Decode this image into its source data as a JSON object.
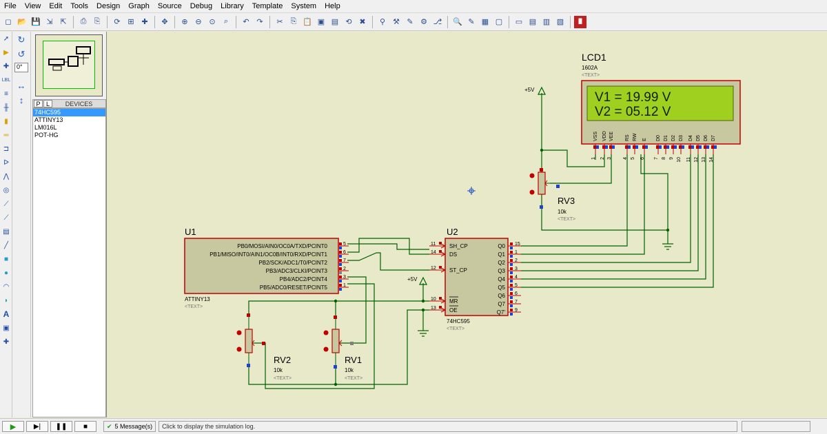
{
  "menu": [
    "File",
    "View",
    "Edit",
    "Tools",
    "Design",
    "Graph",
    "Source",
    "Debug",
    "Library",
    "Template",
    "System",
    "Help"
  ],
  "toolbar_icons": [
    "new-icon",
    "open-icon",
    "save-icon",
    "import-icon",
    "export-icon",
    "print-icon",
    "printer-setup-icon",
    "refresh-icon",
    "grid-icon",
    "origin-icon",
    "pan-icon",
    "zoom-in-icon",
    "zoom-out-icon",
    "zoom-all-icon",
    "zoom-area-icon",
    "undo-icon",
    "redo-icon",
    "cut-icon",
    "copy-icon",
    "paste-icon",
    "block-copy-icon",
    "block-move-icon",
    "block-rotate-icon",
    "block-delete-icon",
    "pick-device-icon",
    "make-device-icon",
    "package-tool-icon",
    "decompose-icon",
    "wire-autorouter-icon",
    "search-icon",
    "property-tool-icon",
    "design-explorer-icon",
    "new-sheet-icon",
    "remove-sheet-icon",
    "bill-of-materials-icon",
    "netlist-icon",
    "electrical-rule-check-icon",
    "ares-icon"
  ],
  "rotation_value": "0°",
  "devices": {
    "tab_p": "P",
    "tab_l": "L",
    "title": "DEVICES",
    "items": [
      "74HC595",
      "ATTINY13",
      "LM016L",
      "POT-HG"
    ],
    "selected_index": 0
  },
  "schematic": {
    "lcd": {
      "ref": "LCD1",
      "part": "1602A",
      "text": "<TEXT>",
      "line1": "V1 = 19.99 V",
      "line2": "V2 = 05.12 V",
      "pins": [
        "VSS",
        "VDD",
        "VEE",
        "RS",
        "RW",
        "E",
        "D0",
        "D1",
        "D2",
        "D3",
        "D4",
        "D5",
        "D6",
        "D7"
      ],
      "pin_nums": [
        "1",
        "2",
        "3",
        "4",
        "5",
        "6",
        "7",
        "8",
        "9",
        "10",
        "11",
        "12",
        "13",
        "14"
      ]
    },
    "u1": {
      "ref": "U1",
      "part": "ATTINY13",
      "text": "<TEXT>",
      "pins": [
        "PB0/MOSI/AIN0/OC0A/TXD/PCINT0",
        "PB1/MISO/INT0/AIN1/OC0B/INT0/RXD/PCINT1",
        "PB2/SCK/ADC1/T0/PCINT2",
        "PB3/ADC3/CLKI/PCINT3",
        "PB4/ADC2/PCINT4",
        "PB5/ADC0/RESET/PCINT5"
      ],
      "pin_nums": [
        "5",
        "6",
        "7",
        "2",
        "3",
        "1"
      ]
    },
    "u2": {
      "ref": "U2",
      "part": "74HC595",
      "text": "<TEXT>",
      "left_pins": [
        "SH_CP",
        "DS",
        "ST_CP",
        "MR",
        "OE"
      ],
      "left_nums": [
        "11",
        "14",
        "12",
        "10",
        "13"
      ],
      "right_pins": [
        "Q0",
        "Q1",
        "Q2",
        "Q3",
        "Q4",
        "Q5",
        "Q6",
        "Q7",
        "Q7'"
      ],
      "right_nums": [
        "15",
        "1",
        "2",
        "3",
        "4",
        "5",
        "6",
        "7",
        "9"
      ]
    },
    "rv1": {
      "ref": "RV1",
      "value": "10k",
      "text": "<TEXT>"
    },
    "rv2": {
      "ref": "RV2",
      "value": "10k",
      "text": "<TEXT>"
    },
    "rv3": {
      "ref": "RV3",
      "value": "10k",
      "text": "<TEXT>"
    },
    "power_label": "+5V"
  },
  "status": {
    "messages": "5 Message(s)",
    "log": "Click to display the simulation log."
  }
}
